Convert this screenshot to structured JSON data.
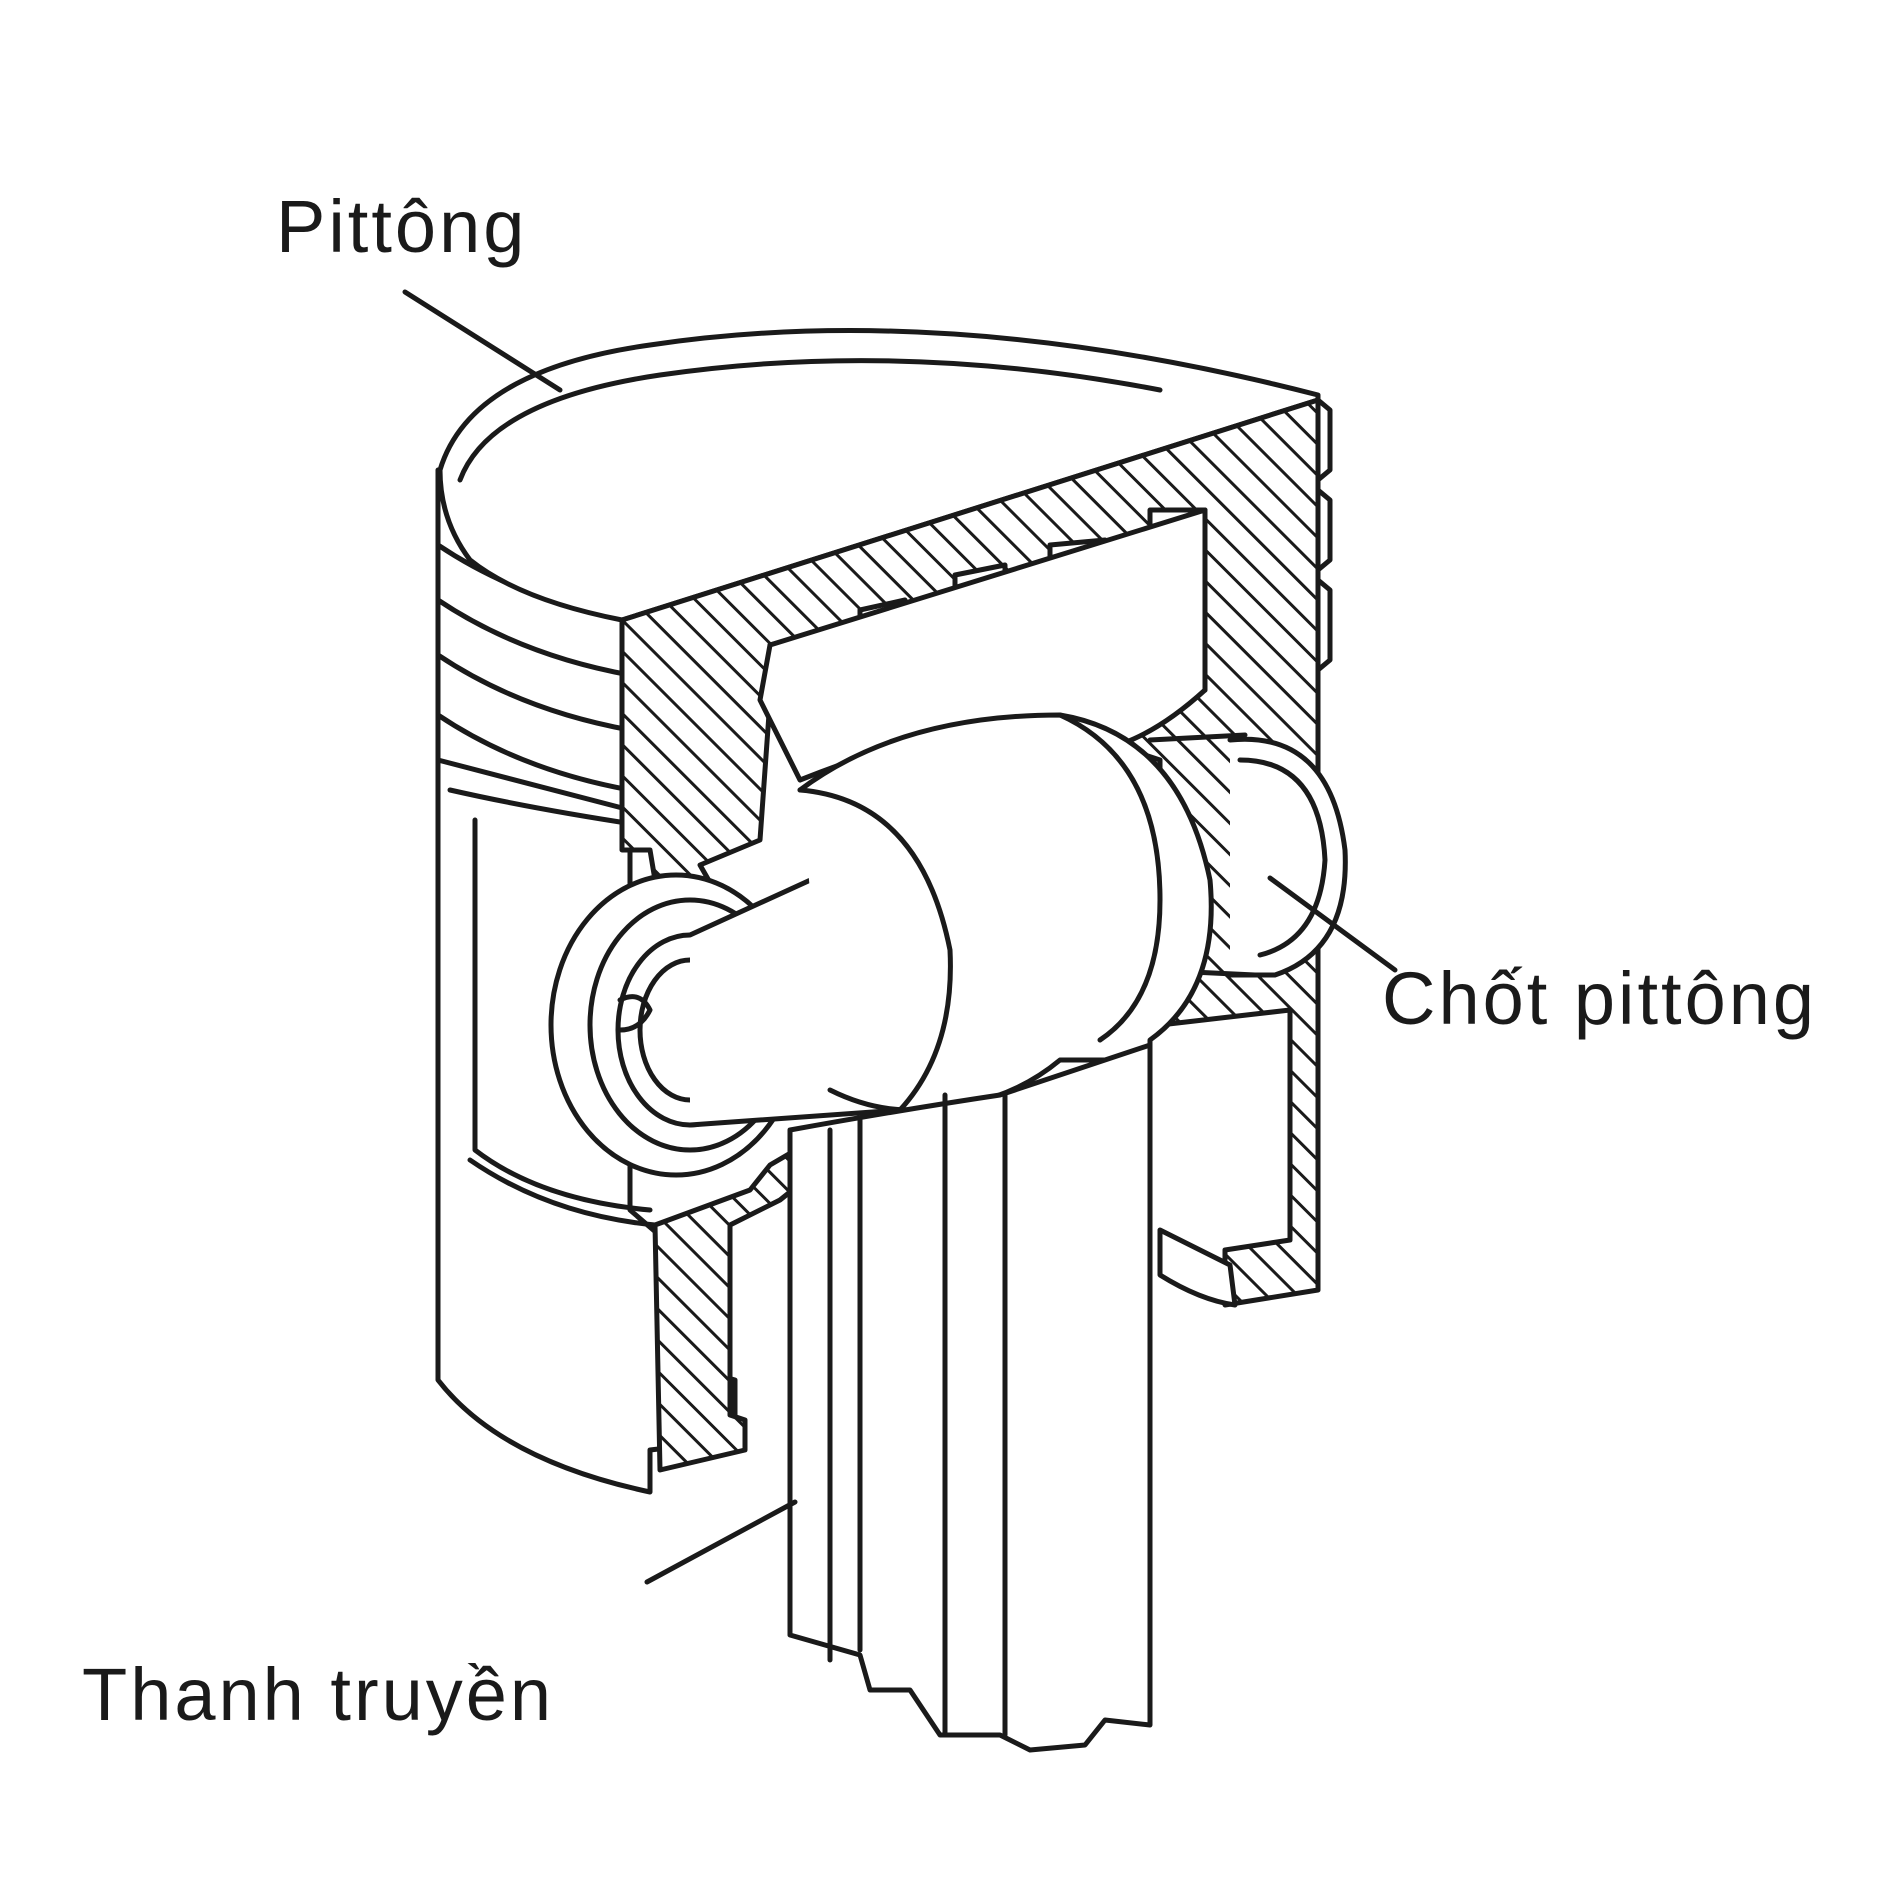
{
  "labels": {
    "piston": "Pittông",
    "piston_pin": "Chốt pittông",
    "connecting_rod": "Thanh truyền"
  },
  "colors": {
    "line": "#1a1a1a",
    "background": "#ffffff"
  }
}
